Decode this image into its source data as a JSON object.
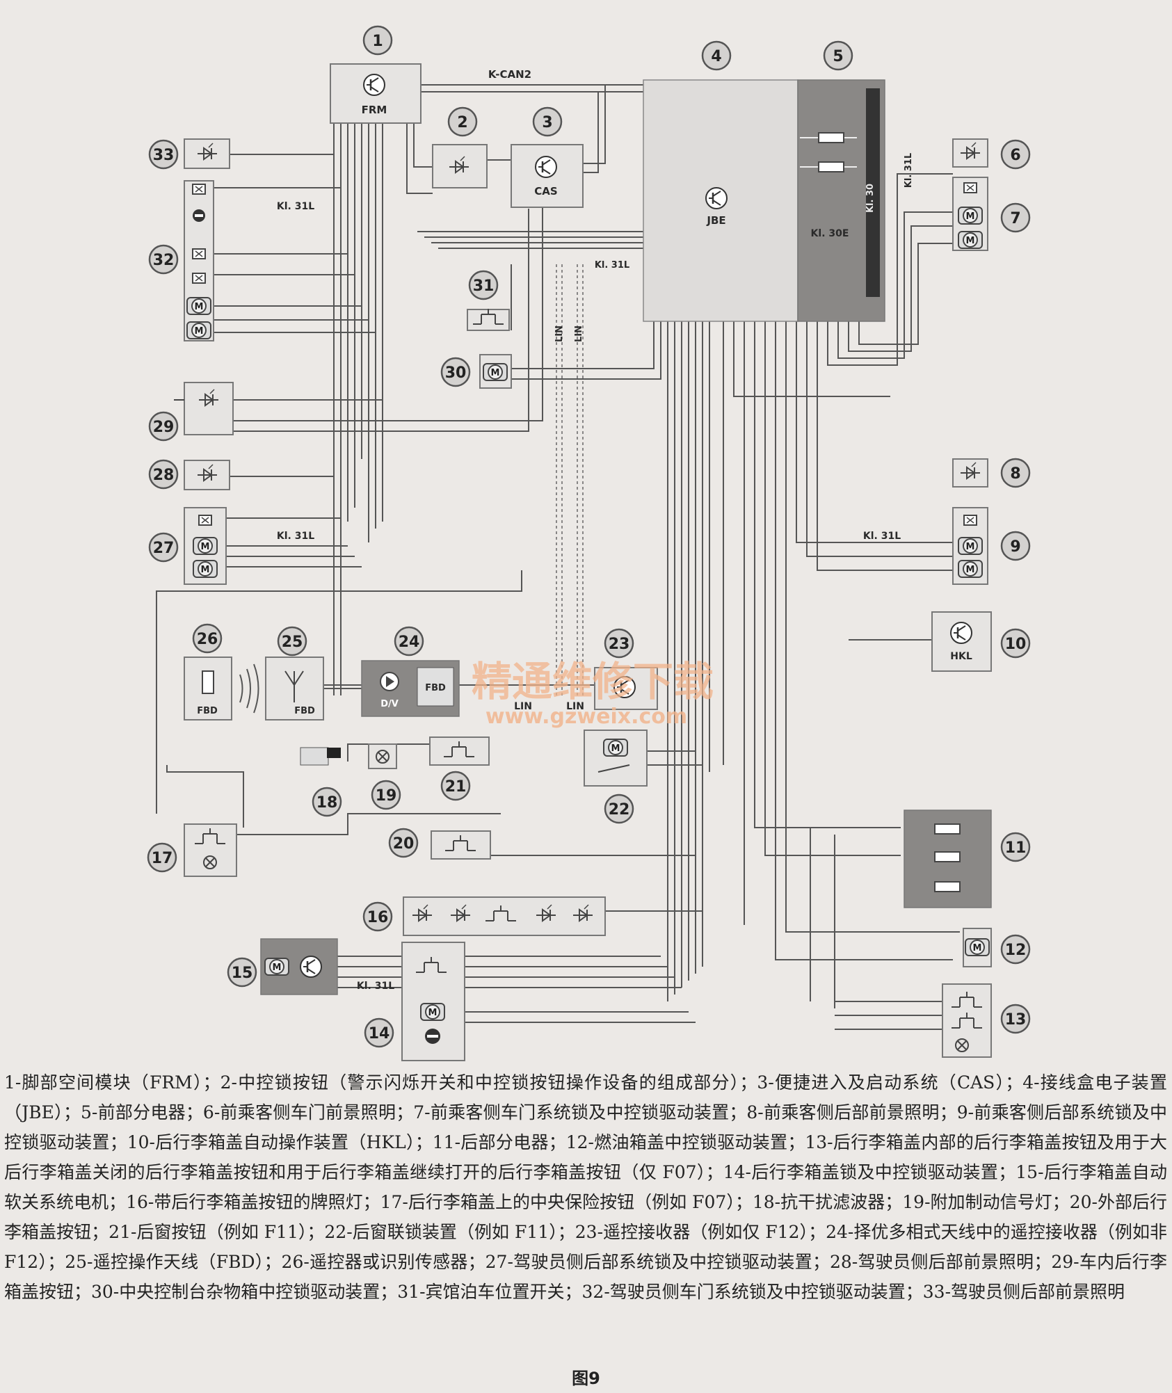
{
  "diagram": {
    "bus_label": "K-CAN2",
    "modules": {
      "frm": "FRM",
      "cas": "CAS",
      "jbe": "JBE",
      "kl30": "Kl. 30",
      "kl30e": "Kl. 30E",
      "hkl": "HKL",
      "fbd_sensor": "FBD",
      "fbd_antenna": "FBD",
      "div": "D/V",
      "fbd_receiver": "FBD"
    },
    "ground_label": "Kl. 31L",
    "lin_label": "LIN",
    "callouts": [
      "1",
      "2",
      "3",
      "4",
      "5",
      "6",
      "7",
      "8",
      "9",
      "10",
      "11",
      "12",
      "13",
      "14",
      "15",
      "16",
      "17",
      "18",
      "19",
      "20",
      "21",
      "22",
      "23",
      "24",
      "25",
      "26",
      "27",
      "28",
      "29",
      "30",
      "31",
      "32",
      "33"
    ],
    "watermark": {
      "cn": "精通维修下载",
      "url": "www.gzweix.com"
    }
  },
  "caption": "1-脚部空间模块（FRM）；2-中控锁按钮（警示闪烁开关和中控锁按钮操作设备的组成部分）；3-便捷进入及启动系统（CAS）；4-接线盒电子装置（JBE）；5-前部分电器；6-前乘客侧车门前景照明；7-前乘客侧车门系统锁及中控锁驱动装置；8-前乘客侧后部前景照明；9-前乘客侧后部系统锁及中控锁驱动装置；10-后行李箱盖自动操作装置（HKL）；11-后部分电器；12-燃油箱盖中控锁驱动装置；13-后行李箱盖内部的后行李箱盖按钮及用于大后行李箱盖关闭的后行李箱盖按钮和用于后行李箱盖继续打开的后行李箱盖按钮（仅 F07）；14-后行李箱盖锁及中控锁驱动装置；15-后行李箱盖自动软关系统电机；16-带后行李箱盖按钮的牌照灯；17-后行李箱盖上的中央保险按钮（例如 F07）；18-抗干扰滤波器；19-附加制动信号灯；20-外部后行李箱盖按钮；21-后窗按钮（例如 F11）；22-后窗联锁装置（例如 F11）；23-遥控接收器（例如仅 F12）；24-择优多相式天线中的遥控接收器（例如非 F12）；25-遥控操作天线（FBD）；26-遥控器或识别传感器；27-驾驶员侧后部系统锁及中控锁驱动装置；28-驾驶员侧后部前景照明；29-车内后行李箱盖按钮；30-中央控制台杂物箱中控锁驱动装置；31-宾馆泊车位置开关；32-驾驶员侧车门系统锁及中控锁驱动装置；33-驾驶员侧后部前景照明",
  "figure_label": "图9"
}
